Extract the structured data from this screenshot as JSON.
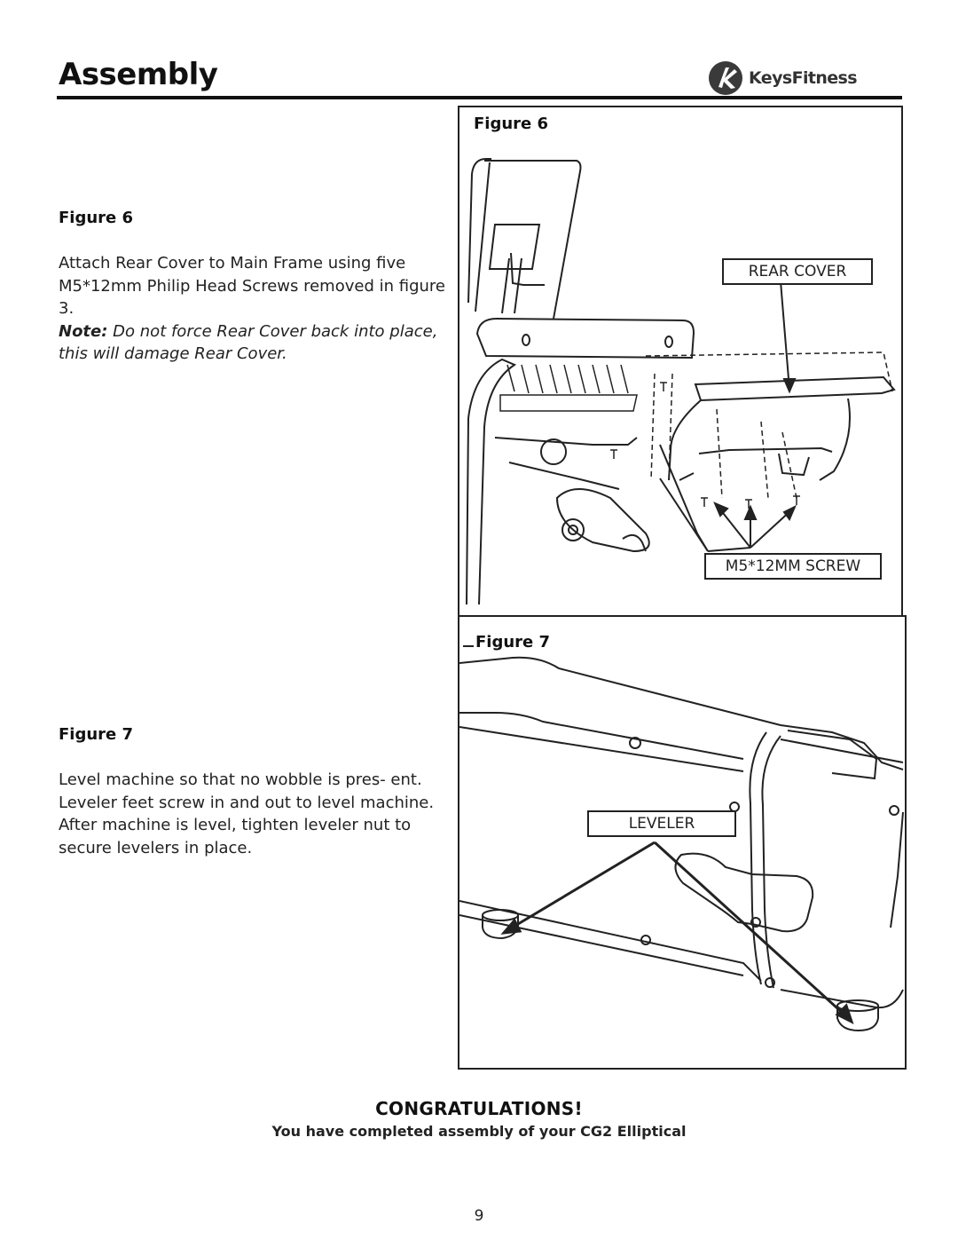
{
  "header": {
    "title": "Assembly",
    "logo_text": "KeysFitness"
  },
  "figure6": {
    "heading": "Figure 6",
    "text": "Attach Rear Cover to Main Frame using five M5*12mm Philip Head Screws removed in figure 3.",
    "note_label": "Note:",
    "note_text": " Do not force Rear Cover back into place, this will damage Rear Cover.",
    "panel_title": "Figure 6",
    "callouts": {
      "rear_cover": "REAR COVER",
      "screw": "M5*12MM SCREW"
    }
  },
  "figure7": {
    "heading": "Figure 7",
    "text": "Level machine so that no wobble is pres- ent.  Leveler feet screw in and out to level machine.  After machine is level, tighten leveler nut to secure levelers in place.",
    "panel_title": "Figure 7",
    "callouts": {
      "leveler": "LEVELER"
    }
  },
  "footer": {
    "congrats": "CONGRATULATIONS!",
    "subtitle": "You have completed assembly of your CG2 Elliptical",
    "page_number": "9"
  },
  "colors": {
    "ink": "#1a1a1a",
    "background": "#ffffff"
  }
}
